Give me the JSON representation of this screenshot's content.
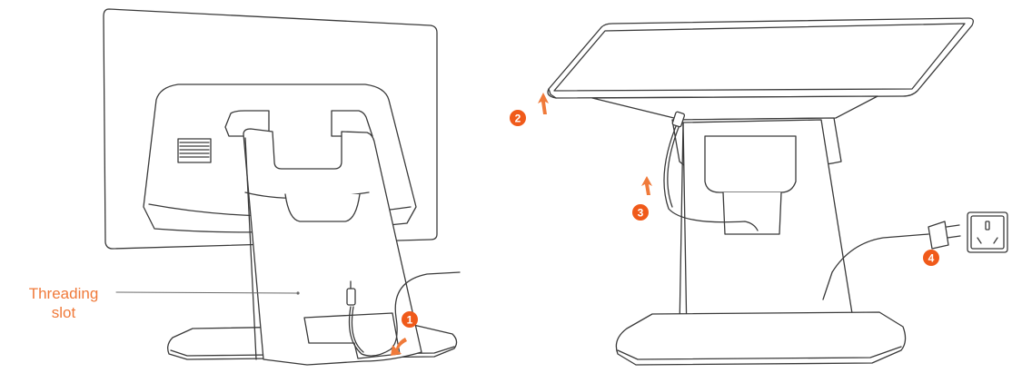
{
  "callout": {
    "label_line1": "Threading",
    "label_line2": "slot"
  },
  "steps": [
    {
      "number": "1"
    },
    {
      "number": "2"
    },
    {
      "number": "3"
    },
    {
      "number": "4"
    }
  ],
  "colors": {
    "accent": "#f07a3a",
    "badge": "#f05a1a",
    "line_art": "#3a3a3a",
    "fill": "#ffffff"
  }
}
